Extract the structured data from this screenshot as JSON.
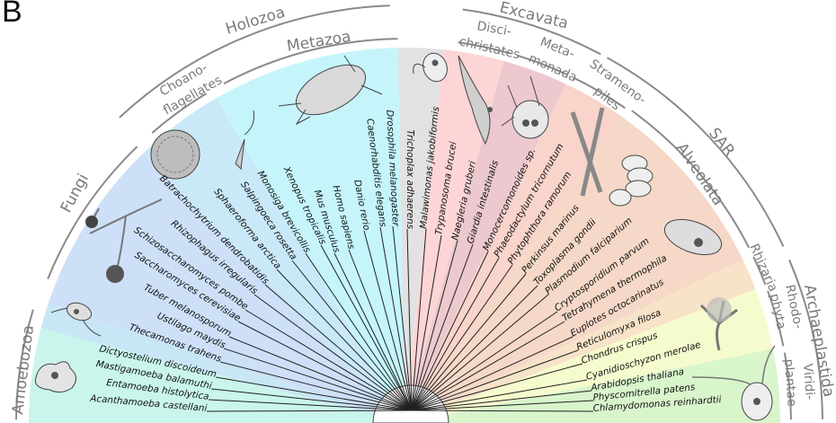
{
  "panel_label": "B",
  "clades": {
    "holozoa": "Holozoa",
    "metazoa": "Metazoa",
    "choano_1": "Choano-",
    "choano_2": "flagellates",
    "fungi": "Fungi",
    "amoebozoa": "Amoebozoa",
    "excavata": "Excavata",
    "disci_1": "Disci-",
    "disci_2": "christates",
    "meta_1": "Meta-",
    "meta_2": "monada",
    "stram_1": "Strameno-",
    "stram_2": "piles",
    "sar": "SAR",
    "alveolata": "Alveolata",
    "rhizaria": "Rhizaria",
    "rhodo_1": "Rhodo-",
    "rhodo_2": "phyta",
    "archaeplastida": "Archaeplastida",
    "viridi_1": "Viridi-",
    "viridi_2": "plantae"
  },
  "species": [
    "Acanthamoeba castellani",
    "Entamoeba histolytica",
    "Mastigamoeba balamuthi",
    "Dictyostelium discoideum",
    "Thecamonas trahens",
    "Ustilago maydis",
    "Tuber melanosporum",
    "Saccharomyces cerevisiae",
    "Schizosaccharomyces pombe",
    "Rhizophagus irregularis",
    "Batrachochytrium dendrobatidis",
    "Sphaeroforma arctica",
    "Salpingoeca rosetta",
    "Monosiga brevicollis",
    "Xenopus tropicalis",
    "Mus musculus",
    "Homo sapiens",
    "Danio rerio",
    "Caenorhabditis elegans",
    "Drosophila melanogaster",
    "Trichoplax adhaerens",
    "Malawimonas jakobiformis",
    "Trypanosoma brucei",
    "Naegleria gruberi",
    "Giardia intestinalis",
    "Monocercomonoides sp.",
    "Phaeodactylum tricornutum",
    "Phytophthora ramorum",
    "Perkinsus marinus",
    "Toxoplasma gondii",
    "Plasmodium falciparium",
    "Cryptosporidium parvum",
    "Tetrahymena thermophila",
    "Euplotes octocarinatus",
    "Reticulomyxa filosa",
    "Chondrus crispus",
    "Cyanidioschyzon merolae",
    "Arabidopsis thaliana",
    "Physcomitrella patens",
    "Chlamydomonas reinhardtii"
  ],
  "colors": {
    "amoebozoa": "#c9f5ec",
    "thecamonas": "#c8e6f6",
    "fungi": "#cde0f8",
    "choanoflagellates": "#c9e9f8",
    "metazoa": "#c5f5fb",
    "malawimonas": "#e2e2e2",
    "discicristates": "#fdd5d6",
    "metamonada": "#ecc9cf",
    "stramenopiles": "#f8d4cb",
    "alveolata": "#f5d8c7",
    "rhizaria": "#f7e3c8",
    "rhodophyta": "#f6fbcd",
    "viridiplantae": "#d9f5cc"
  }
}
